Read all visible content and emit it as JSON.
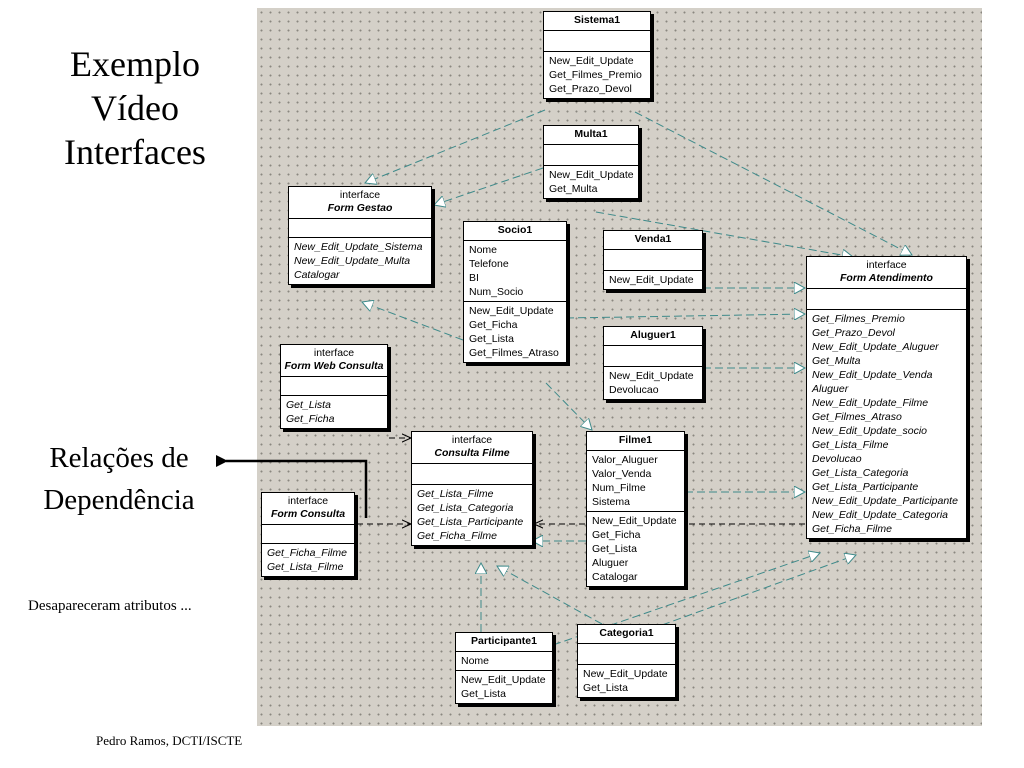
{
  "title": [
    "Exemplo",
    "Vídeo",
    "Interfaces"
  ],
  "relations_label": [
    "Relações de",
    "Dependência"
  ],
  "note": "Desapareceram atributos ...",
  "footer": "Pedro Ramos, DCTI/ISCTE",
  "classes": [
    {
      "id": "sistema1",
      "stereotype": "",
      "name": "Sistema1",
      "italic": false,
      "attributes": [],
      "operations": [
        "New_Edit_Update",
        "Get_Filmes_Premio",
        "Get_Prazo_Devol"
      ]
    },
    {
      "id": "multa1",
      "stereotype": "",
      "name": "Multa1",
      "italic": false,
      "attributes": [],
      "operations": [
        "New_Edit_Update",
        "Get_Multa"
      ]
    },
    {
      "id": "form-gestao",
      "stereotype": "interface",
      "name": "Form Gestao",
      "italic": true,
      "attributes": [],
      "operations": [
        "New_Edit_Update_Sistema",
        "New_Edit_Update_Multa",
        "Catalogar"
      ]
    },
    {
      "id": "socio1",
      "stereotype": "",
      "name": "Socio1",
      "italic": false,
      "attributes": [
        "Nome",
        "Telefone",
        "BI",
        "Num_Socio"
      ],
      "operations": [
        "New_Edit_Update",
        "Get_Ficha",
        "Get_Lista",
        "Get_Filmes_Atraso"
      ]
    },
    {
      "id": "venda1",
      "stereotype": "",
      "name": "Venda1",
      "italic": false,
      "attributes": [],
      "operations": [
        "New_Edit_Update"
      ]
    },
    {
      "id": "aluguer1",
      "stereotype": "",
      "name": "Aluguer1",
      "italic": false,
      "attributes": [],
      "operations": [
        "New_Edit_Update",
        "Devolucao"
      ]
    },
    {
      "id": "form-atendimento",
      "stereotype": "interface",
      "name": "Form Atendimento",
      "italic": true,
      "attributes": [],
      "operations": [
        "Get_Filmes_Premio",
        "Get_Prazo_Devol",
        "New_Edit_Update_Aluguer",
        "Get_Multa",
        "New_Edit_Update_Venda",
        "Aluguer",
        "New_Edit_Update_Filme",
        "Get_Filmes_Atraso",
        "New_Edit_Update_socio",
        "Get_Lista_Filme",
        "Devolucao",
        "Get_Lista_Categoria",
        "Get_Lista_Participante",
        "New_Edit_Update_Participante",
        "New_Edit_Update_Categoria",
        "Get_Ficha_Filme"
      ]
    },
    {
      "id": "form-web-consulta",
      "stereotype": "interface",
      "name": "Form Web Consulta",
      "italic": true,
      "attributes": [],
      "operations": [
        "Get_Lista",
        "Get_Ficha"
      ]
    },
    {
      "id": "consulta-filme",
      "stereotype": "interface",
      "name": "Consulta Filme",
      "italic": true,
      "attributes": [],
      "operations": [
        "Get_Lista_Filme",
        "Get_Lista_Categoria",
        "Get_Lista_Participante",
        "Get_Ficha_Filme"
      ]
    },
    {
      "id": "filme1",
      "stereotype": "",
      "name": "Filme1",
      "italic": false,
      "attributes": [
        "Valor_Aluguer",
        "Valor_Venda",
        "Num_Filme",
        "Sistema"
      ],
      "operations": [
        "New_Edit_Update",
        "Get_Ficha",
        "Get_Lista",
        "Aluguer",
        "Catalogar"
      ]
    },
    {
      "id": "form-consulta",
      "stereotype": "interface",
      "name": "Form Consulta",
      "italic": true,
      "attributes": [],
      "operations": [
        "Get_Ficha_Filme",
        "Get_Lista_Filme"
      ]
    },
    {
      "id": "participante1",
      "stereotype": "",
      "name": "Participante1",
      "italic": false,
      "attributes": [
        "Nome"
      ],
      "operations": [
        "New_Edit_Update",
        "Get_Lista"
      ]
    },
    {
      "id": "categoria1",
      "stereotype": "",
      "name": "Categoria1",
      "italic": false,
      "attributes": [],
      "operations": [
        "New_Edit_Update",
        "Get_Lista"
      ]
    }
  ]
}
